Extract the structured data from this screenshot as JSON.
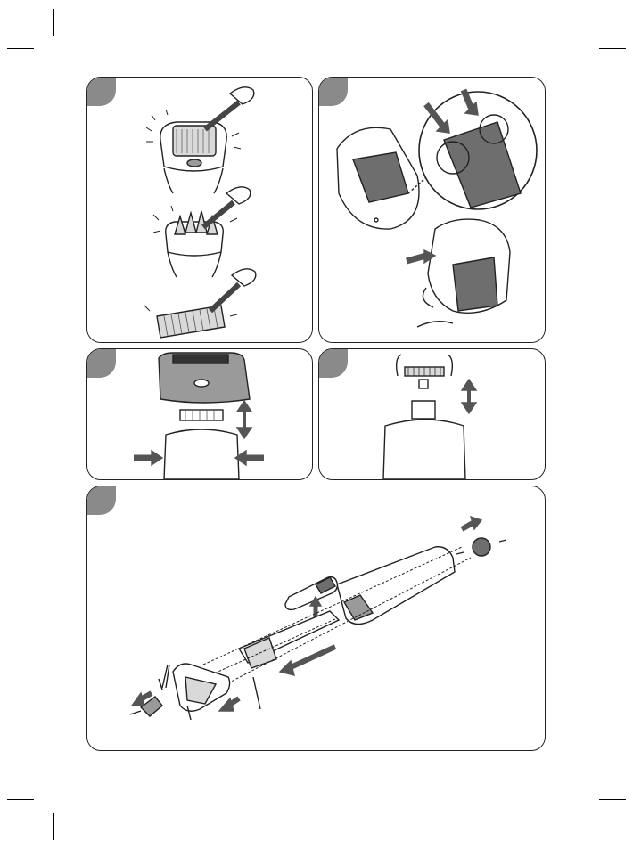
{
  "panels": [
    {
      "id": "p1",
      "caption": ""
    },
    {
      "id": "p2",
      "caption": ""
    },
    {
      "id": "p3",
      "caption": ""
    },
    {
      "id": "p4",
      "caption": ""
    },
    {
      "id": "p5",
      "caption": ""
    }
  ],
  "colors": {
    "line": "#222222",
    "panel_tab": "#8a8a8a",
    "dark_part": "#6e6e6e",
    "mid_part": "#9a9a9a",
    "light_part": "#d9d9d9",
    "arrow": "#555555"
  },
  "icons": [
    "arrow-icon",
    "double-arrow-icon",
    "brush-icon"
  ]
}
